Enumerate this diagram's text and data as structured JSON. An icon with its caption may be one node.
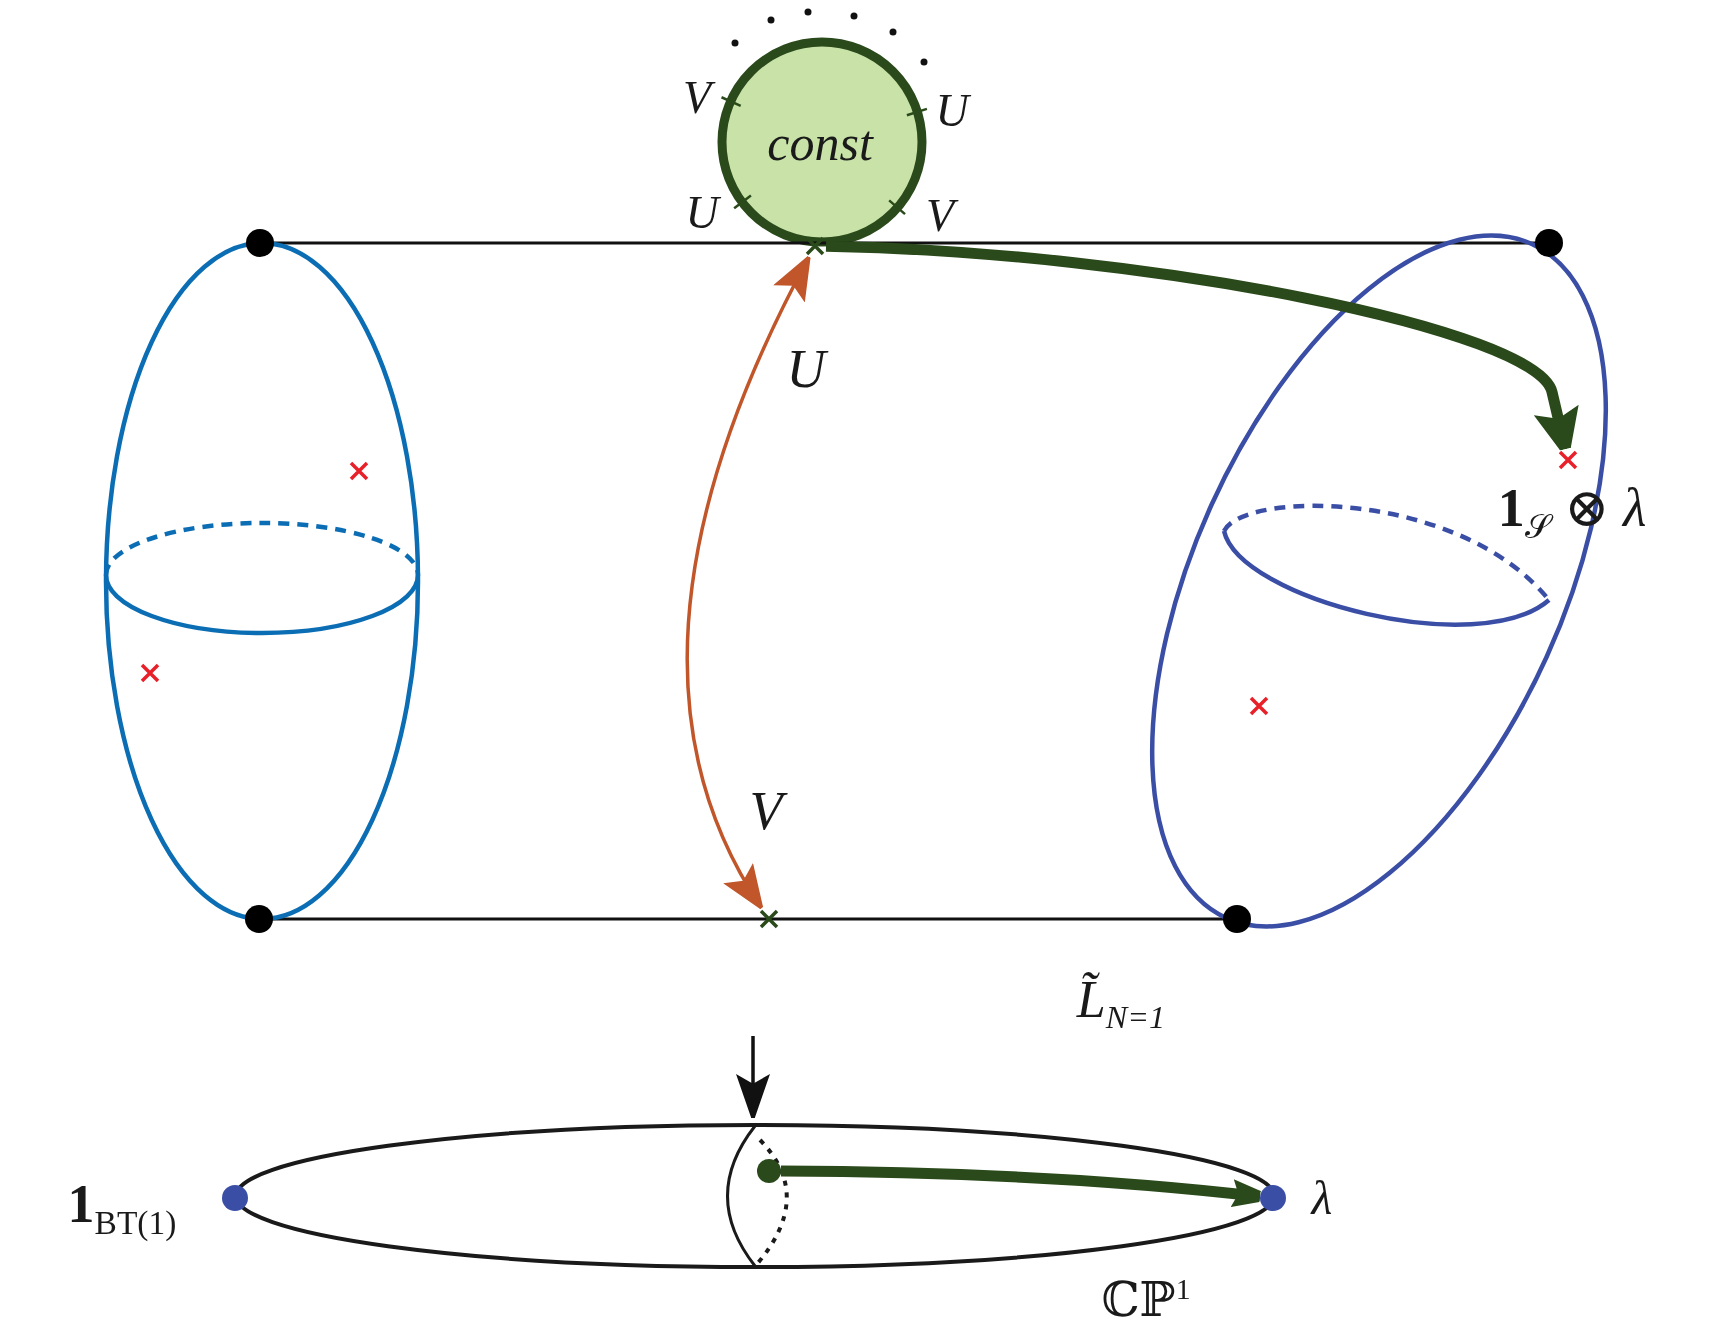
{
  "diagram": {
    "nodes": [
      {
        "text": [
          "const"
        ],
        "beside": [
          "V",
          "U",
          "U",
          "V"
        ]
      },
      {
        "text": [
          "L̃$_{N=1}$"
        ]
      },
      {
        "text": [],
        "shape": "cross",
        "in": 1
      },
      {
        "text": [],
        "shape": "cross",
        "in": 1
      },
      {
        "text": [],
        "shape": "cross",
        "in": 1,
        "beside": [
          "**1**$_{𝒮}$ ⊗ *λ*"
        ]
      },
      {
        "text": [],
        "shape": "cross",
        "in": 1
      },
      {
        "text": [],
        "shape": "cross",
        "in": 1
      },
      {
        "text": [],
        "shape": "cross",
        "in": 1
      },
      {
        "text": [
          "ℂℙ$^{1}$"
        ]
      },
      {
        "text": [],
        "shape": "circle",
        "beside": [
          "**1**$_{BT(1)}$"
        ]
      },
      {
        "text": [],
        "shape": "circle",
        "in": 8
      },
      {
        "text": [],
        "shape": "circle",
        "beside": [
          "λ"
        ]
      }
    ],
    "edges": [
      {
        "from": 2,
        "to": 4,
        "arrow": "to",
        "style": "thick",
        "color": "#2b4a1b"
      },
      {
        "from": 2,
        "to": 7,
        "arrow": "both",
        "color": "#c0562a"
      },
      {
        "from": 1,
        "to": 8,
        "arrow": "to"
      },
      {
        "from": 10,
        "to": 11,
        "arrow": "to",
        "style": "thick",
        "color": "#2b4a1b"
      }
    ],
    "labels": [
      "U",
      "V"
    ]
  }
}
